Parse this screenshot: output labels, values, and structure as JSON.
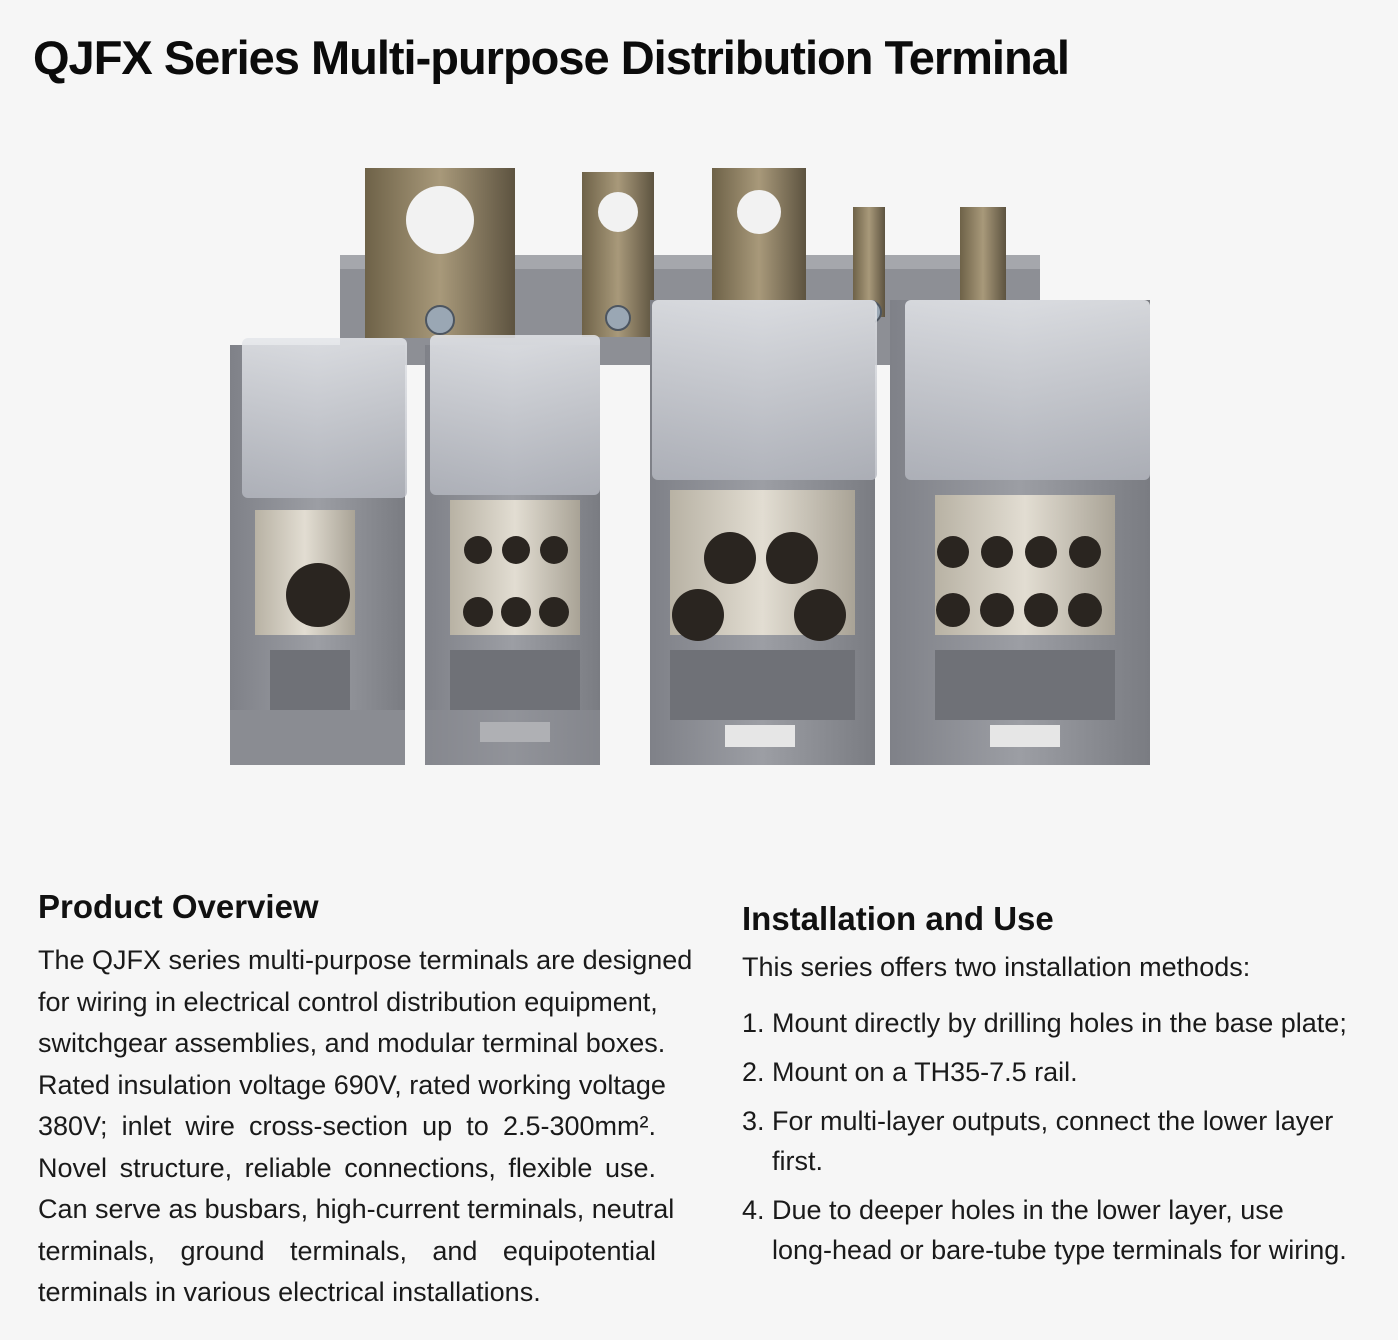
{
  "page": {
    "title": "QJFX Series Multi-purpose Distribution Terminal"
  },
  "overview": {
    "heading": "Product Overview",
    "lines": [
      "The QJFX series multi-purpose terminals are designed",
      "for wiring in electrical control distribution equipment,",
      "switchgear assemblies, and modular terminal boxes.",
      "Rated insulation voltage 690V, rated working voltage",
      "380V; inlet wire cross-section up to 2.5-300mm².",
      "Novel structure, reliable connections, flexible use.",
      "Can serve as busbars, high-current terminals, neutral",
      "terminals, ground terminals, and equipotential",
      "terminals in various electrical installations."
    ]
  },
  "installation": {
    "heading": "Installation and Use",
    "intro": "This series offers two installation methods:",
    "items": [
      {
        "num": "1.",
        "text": "Mount directly by drilling holes in the base plate;"
      },
      {
        "num": "2.",
        "text": "Mount on a TH35-7.5 rail."
      },
      {
        "num": "3.",
        "text": "For multi-layer outputs, connect the lower layer first."
      },
      {
        "num": "4.",
        "text": "Due to deeper holes in the lower layer, use\nlong-head or bare-tube type terminals for wiring."
      }
    ]
  },
  "colors": {
    "background": "#f6f6f6",
    "housing": "#8e9096",
    "cover": "#c9ccd3",
    "brass": "#9a8a6a"
  }
}
